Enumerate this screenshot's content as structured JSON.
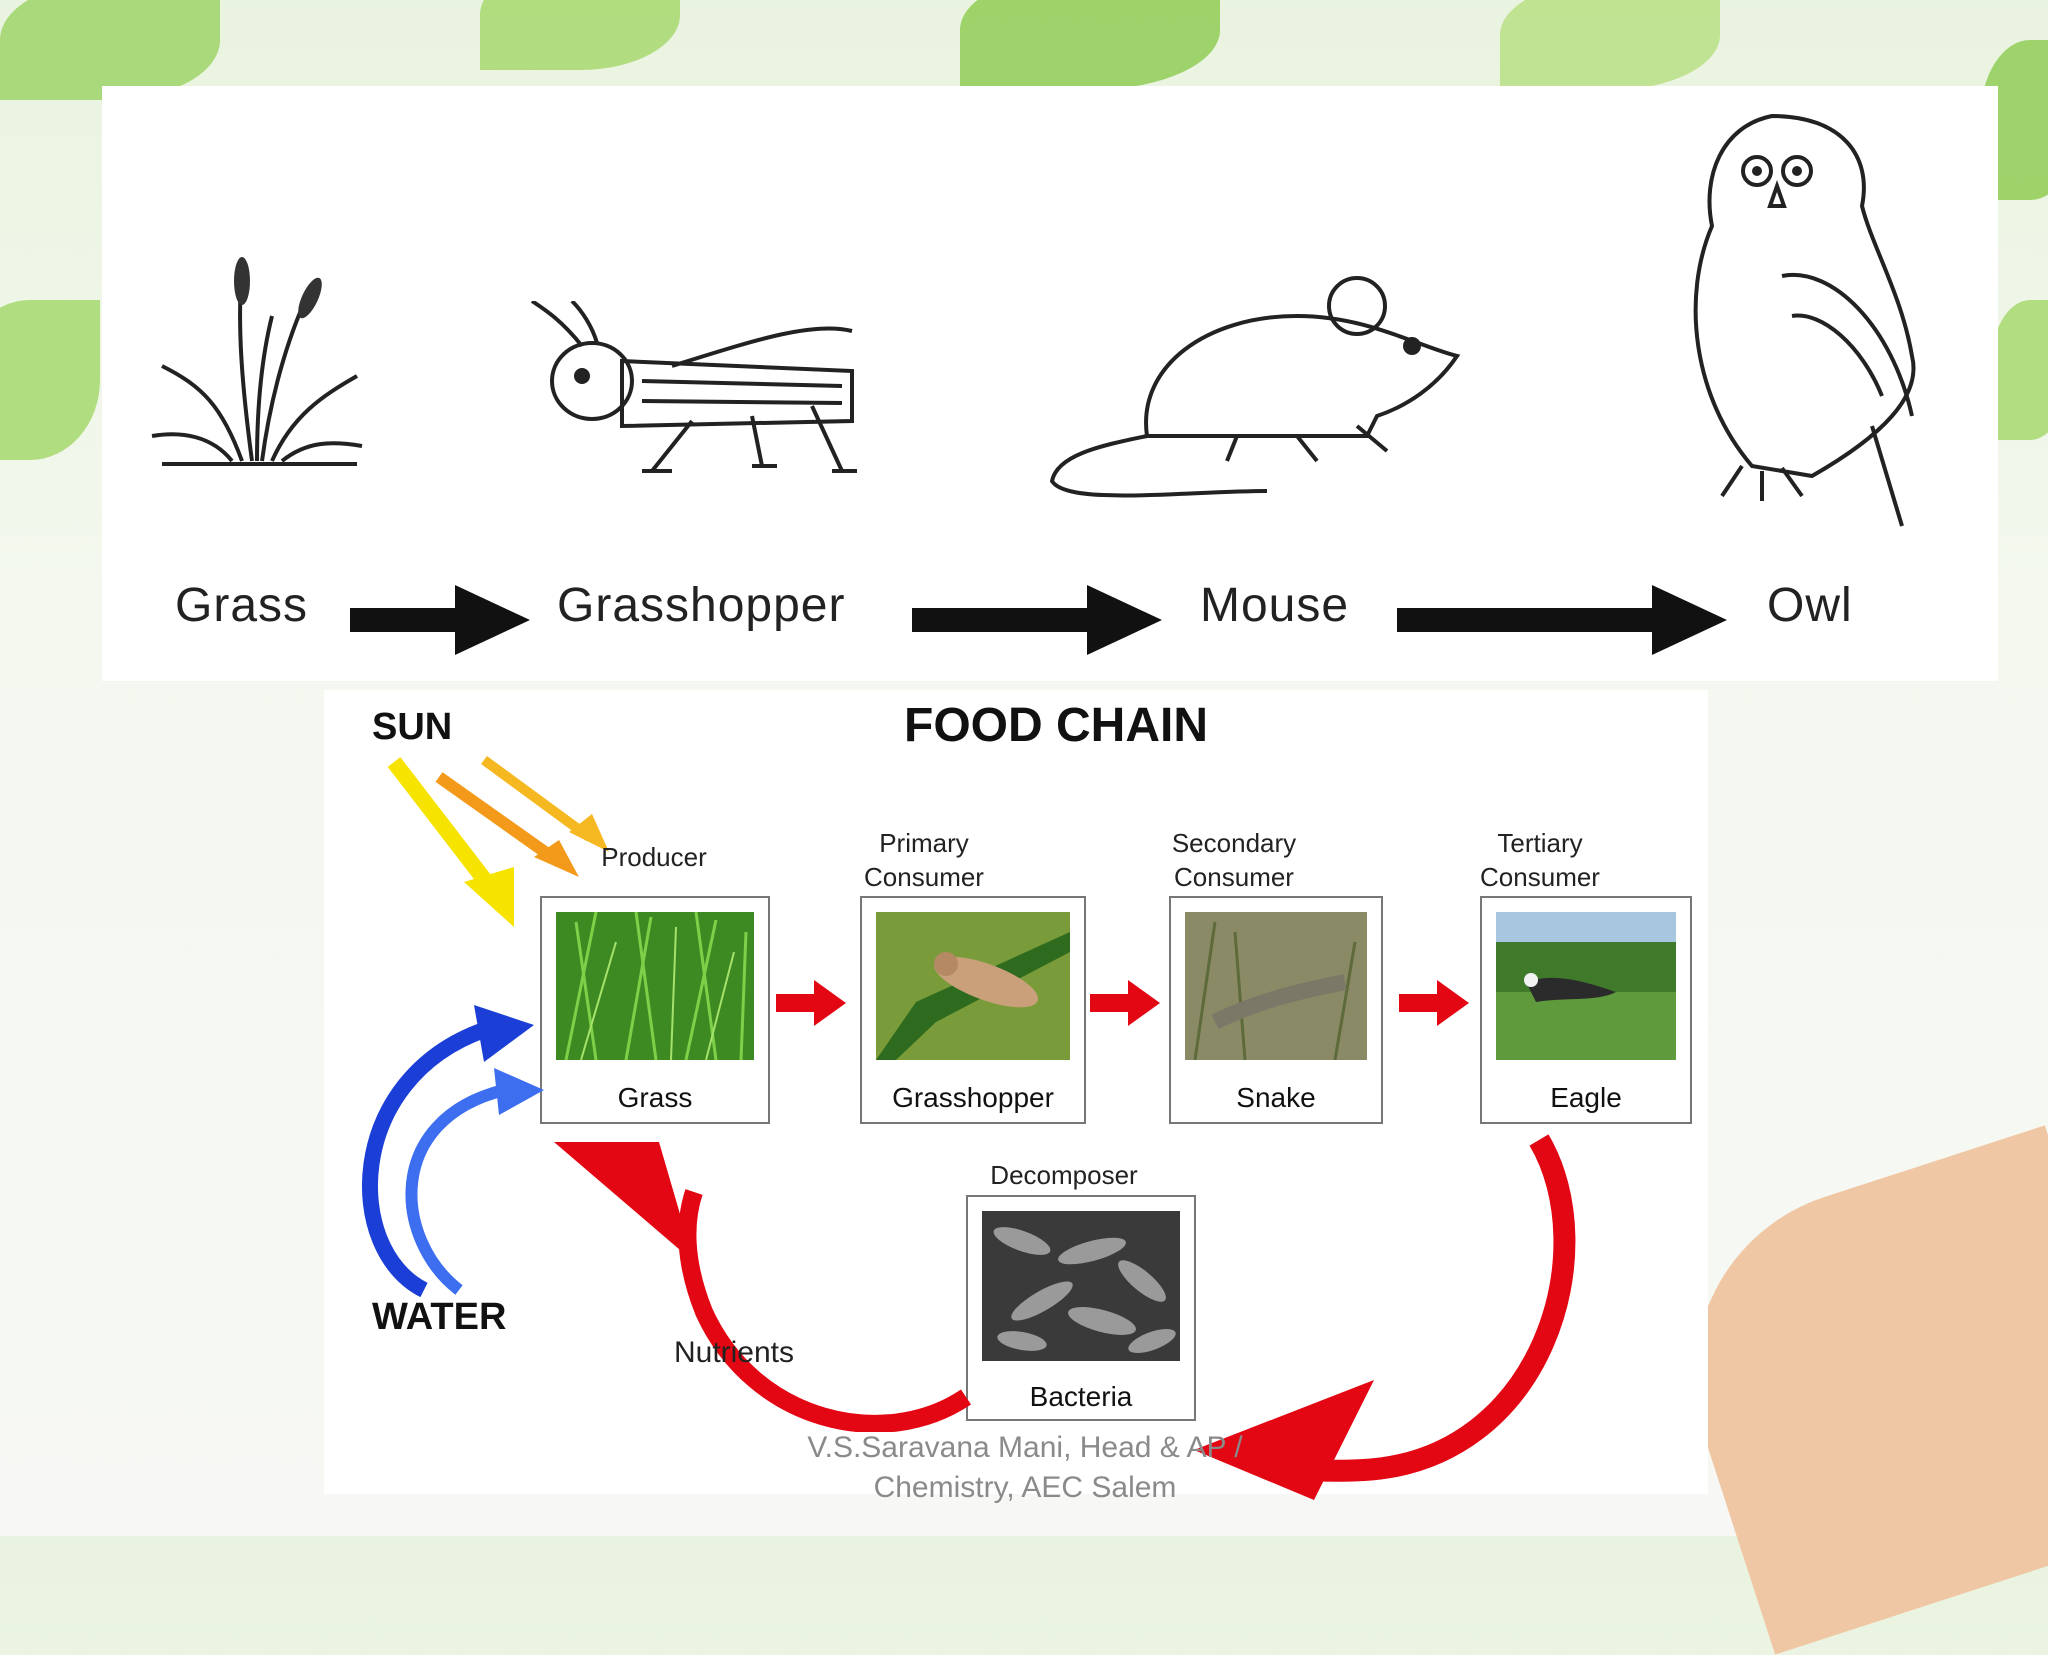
{
  "top_chain": {
    "labels": [
      "Grass",
      "Grasshopper",
      "Mouse",
      "Owl"
    ]
  },
  "food_chain": {
    "title": "FOOD CHAIN",
    "sun": "SUN",
    "water": "WATER",
    "roles": {
      "producer": "Producer",
      "primary": "Primary\nConsumer",
      "secondary": "Secondary\nConsumer",
      "tertiary": "Tertiary\nConsumer",
      "decomposer": "Decomposer"
    },
    "captions": {
      "grass": "Grass",
      "grasshopper": "Grasshopper",
      "snake": "Snake",
      "eagle": "Eagle",
      "bacteria": "Bacteria"
    },
    "nutrients": "Nutrients"
  },
  "footer": {
    "line1": "V.S.Saravana Mani, Head & AP /",
    "line2": "Chemistry, AEC Salem"
  },
  "colors": {
    "arrow_red": "#e30613",
    "water_blue": "#1b3fd6",
    "sun_yellow": "#f7e300",
    "sun_orange": "#f39a1a"
  }
}
